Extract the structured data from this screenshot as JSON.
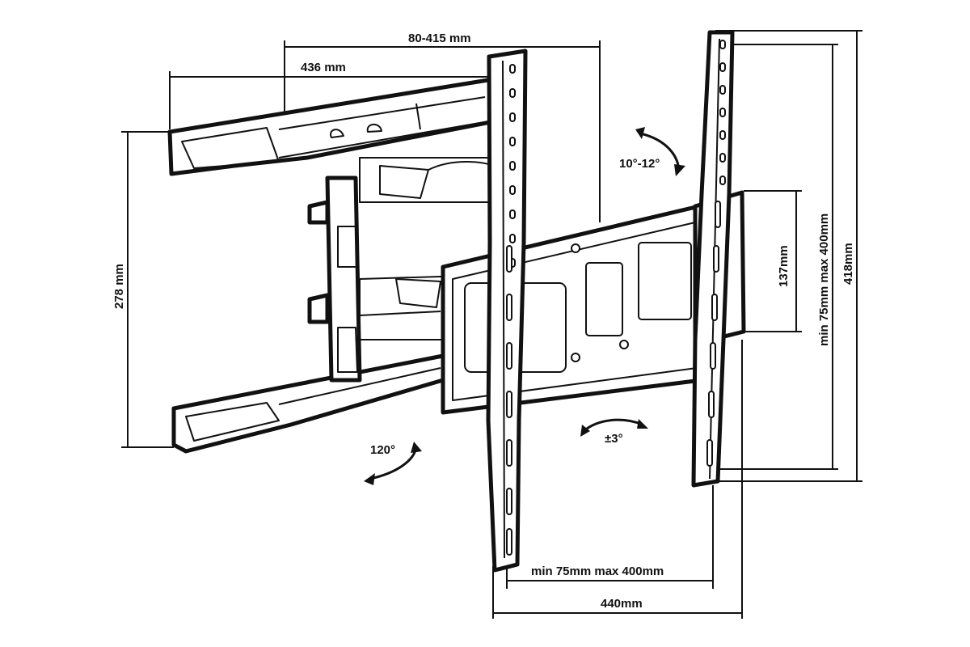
{
  "labels": {
    "extension": "80-415 mm",
    "arm_length": "436 mm",
    "wall_plate_height": "278 mm",
    "tilt": "10°-12°",
    "swivel": "120°",
    "rotation": "±3°",
    "vesa_vertical": "min 75mm max 400mm",
    "bracket_height": "418mm",
    "plate_gap": "137mm",
    "vesa_horizontal": "min 75mm max 400mm",
    "bracket_width": "440mm"
  },
  "colors": {
    "line": "#111111",
    "background": "#ffffff"
  }
}
